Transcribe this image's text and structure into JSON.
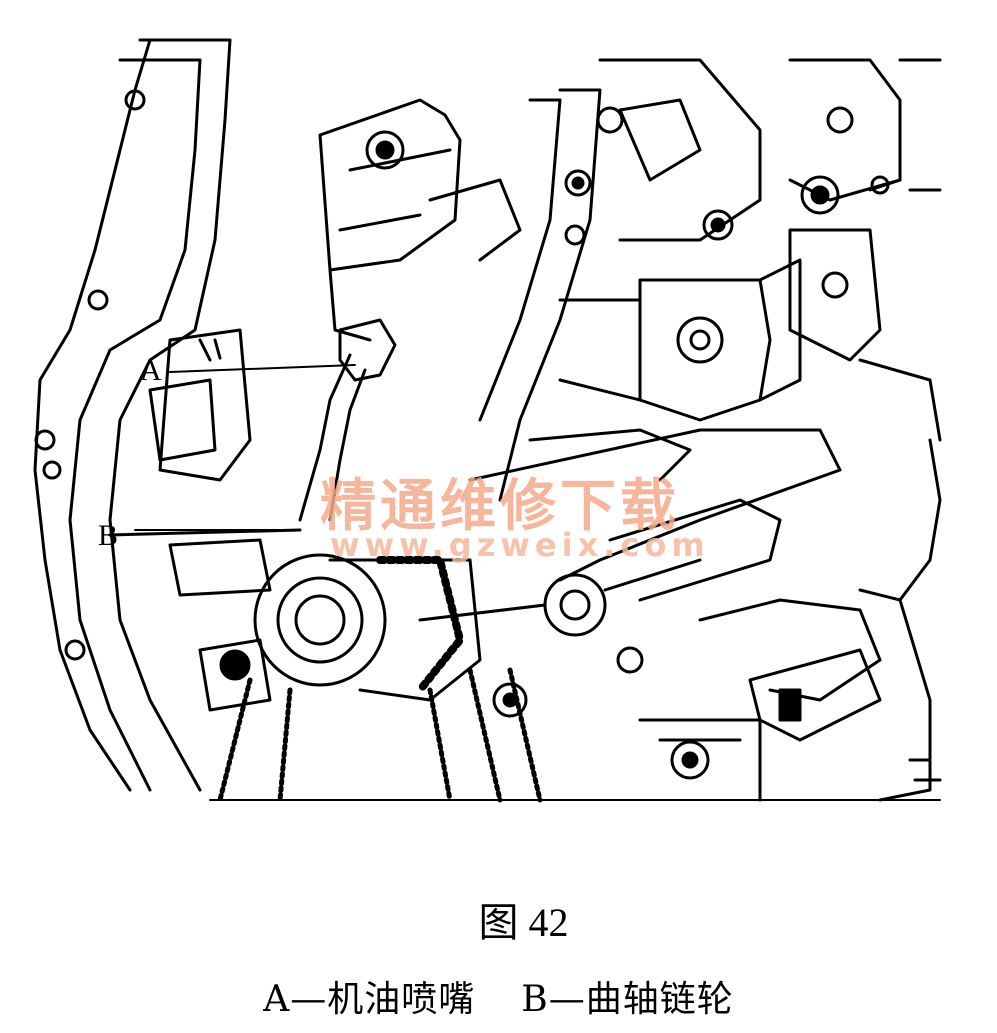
{
  "callouts": {
    "a": "A",
    "b": "B"
  },
  "watermark": {
    "text": "精通维修下载",
    "url": "www.gzweix.com",
    "color": "#f3a98a"
  },
  "figure": {
    "number": "图 42"
  },
  "caption": {
    "item_a": "A—机油喷嘴",
    "item_b": "B—曲轴链轮"
  }
}
